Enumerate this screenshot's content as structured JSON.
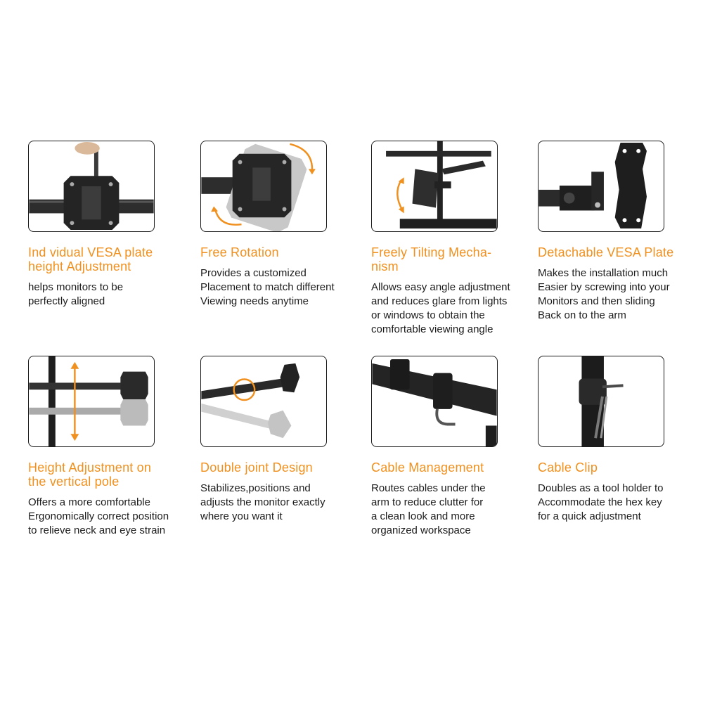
{
  "accent_color": "#f0901e",
  "features": [
    {
      "title": "Ind vidual VESA plate\nheight Adjustment",
      "desc": "helps monitors to be\nperfectly aligned",
      "image": "vesa-plate-hand-adjustment"
    },
    {
      "title": "Free Rotation",
      "desc": "Provides a customized\nPlacement to match different\nViewing needs anytime",
      "image": "rotating-vesa-plate"
    },
    {
      "title": "Freely Tilting Mecha-\nnism",
      "desc": "Allows easy angle adjustment\nand reduces glare from lights\nor windows to obtain the\ncomfortable viewing angle",
      "image": "tilting-mount-stand"
    },
    {
      "title": "Detachable VESA Plate",
      "desc": "Makes the installation much\nEasier by screwing into your\nMonitors and then sliding\nBack on to the arm",
      "image": "detached-vesa-plate"
    },
    {
      "title": "Height Adjustment on\nthe vertical pole",
      "desc": "Offers a more comfortable\nErgonomically correct position\nto relieve neck and eye strain",
      "image": "pole-height-adjustment"
    },
    {
      "title": "Double joint Design",
      "desc": "Stabilizes,positions and\nadjusts the monitor exactly\nwhere you want it",
      "image": "double-joint-arm"
    },
    {
      "title": "Cable Management",
      "desc": "Routes cables under the\narm to reduce clutter for\na clean look and more\norganized workspace",
      "image": "cable-management-clip"
    },
    {
      "title": "Cable Clip",
      "desc": "Doubles as a tool holder to\nAccommodate the hex key\nfor a quick adjustment",
      "image": "hex-key-cable-clip"
    }
  ]
}
